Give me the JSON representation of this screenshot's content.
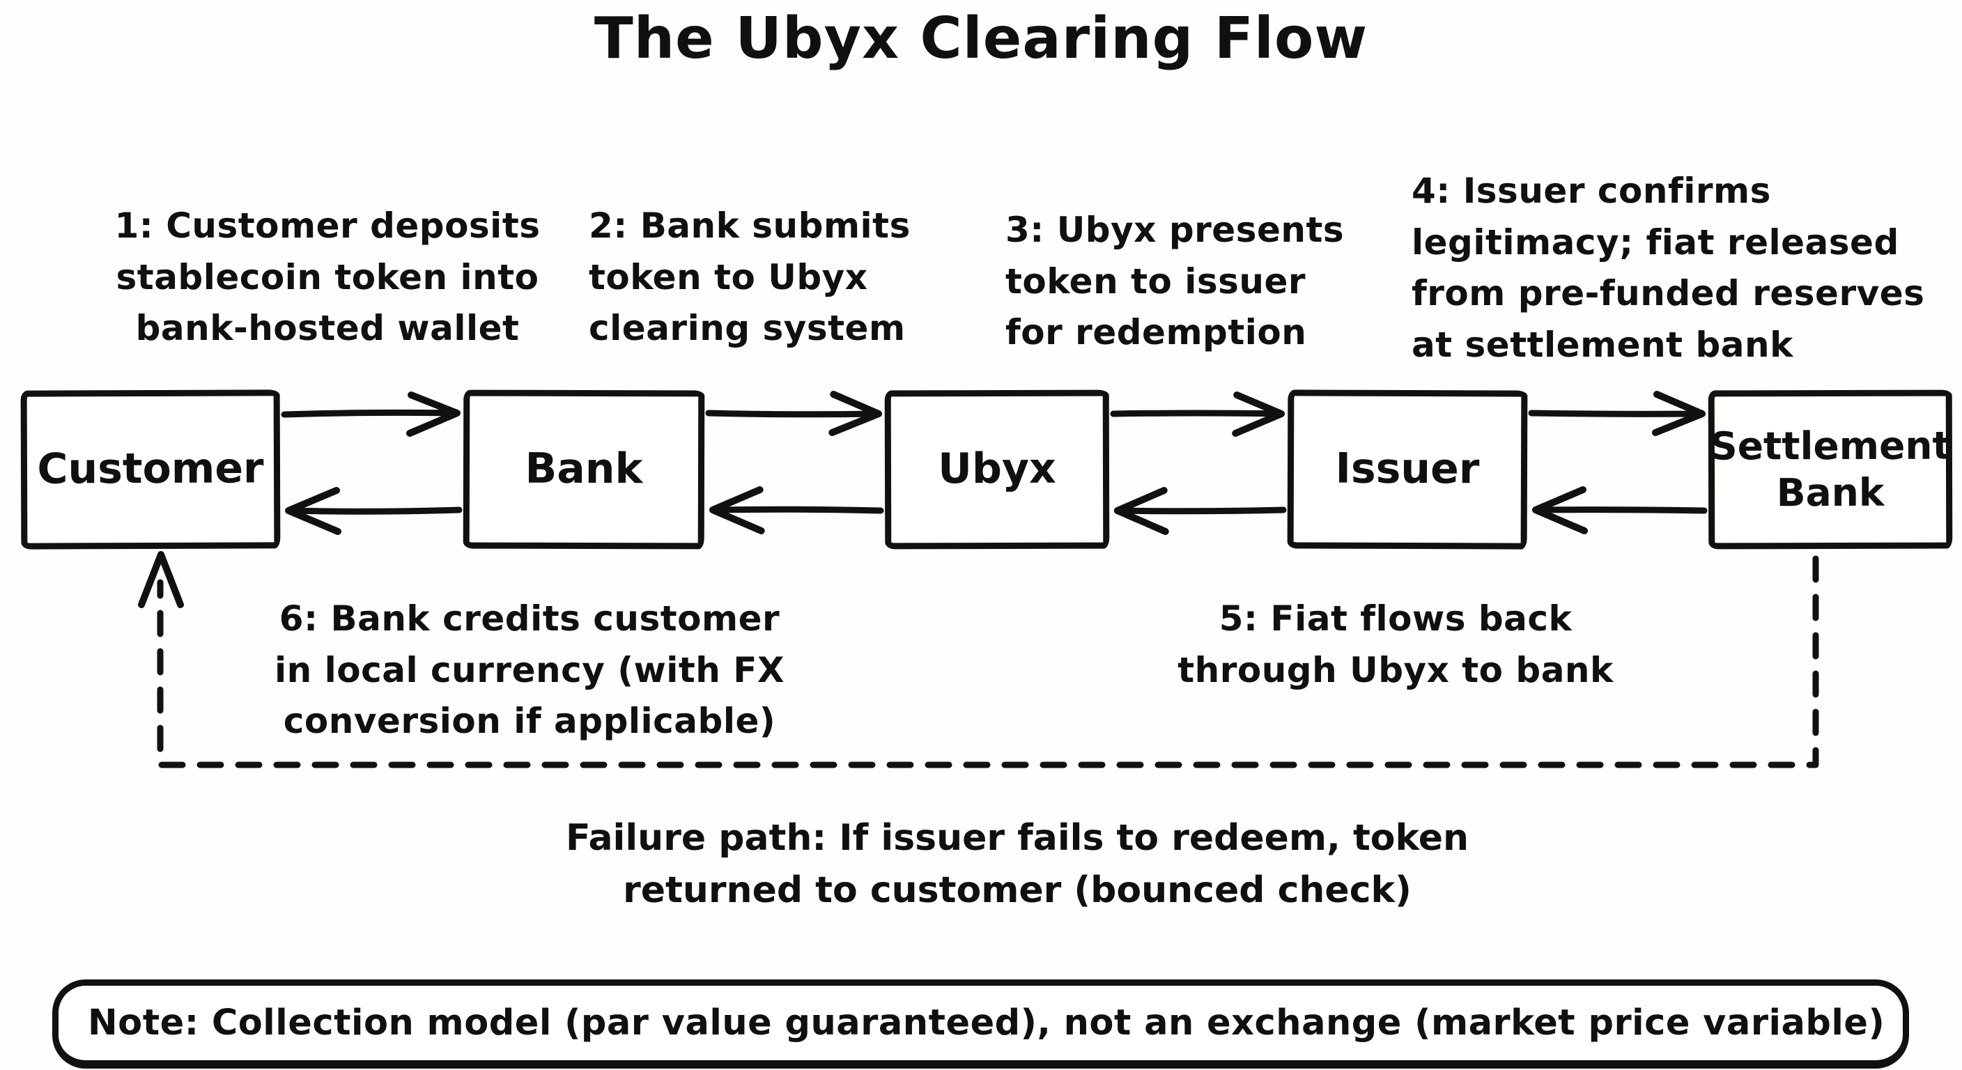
{
  "title": "The Ubyx Clearing Flow",
  "colors": {
    "ink": "#111111",
    "background": "#ffffff"
  },
  "boxes": [
    {
      "label": "Customer"
    },
    {
      "label": "Bank"
    },
    {
      "label": "Ubyx"
    },
    {
      "label": "Issuer"
    },
    {
      "label": "Settlement Bank"
    }
  ],
  "steps": [
    {
      "text": "1: Customer deposits\nstablecoin token into\nbank-hosted wallet"
    },
    {
      "text": "2: Bank submits\ntoken to Ubyx\nclearing system"
    },
    {
      "text": "3: Ubyx presents\ntoken to issuer\nfor redemption"
    },
    {
      "text": "4: Issuer confirms\nlegitimacy; fiat released\nfrom pre-funded reserves\nat settlement bank"
    },
    {
      "text": "5: Fiat flows back\nthrough Ubyx to bank"
    },
    {
      "text": "6: Bank credits customer\nin local currency (with FX\nconversion if applicable)"
    }
  ],
  "flow_edges": [
    {
      "from": "Customer",
      "to": "Bank",
      "direction": "forward"
    },
    {
      "from": "Bank",
      "to": "Ubyx",
      "direction": "forward"
    },
    {
      "from": "Ubyx",
      "to": "Issuer",
      "direction": "forward"
    },
    {
      "from": "Issuer",
      "to": "Settlement Bank",
      "direction": "forward"
    },
    {
      "from": "Settlement Bank",
      "to": "Issuer",
      "direction": "back"
    },
    {
      "from": "Issuer",
      "to": "Ubyx",
      "direction": "back"
    },
    {
      "from": "Ubyx",
      "to": "Bank",
      "direction": "back"
    },
    {
      "from": "Bank",
      "to": "Customer",
      "direction": "back"
    },
    {
      "from": "Settlement Bank",
      "to": "Customer",
      "direction": "dashed-failure"
    }
  ],
  "failure_path": {
    "text": "Failure path: If issuer fails to redeem, token\nreturned to customer (bounced check)"
  },
  "note": {
    "text": "Note: Collection model (par value guaranteed), not an exchange (market price variable)"
  }
}
